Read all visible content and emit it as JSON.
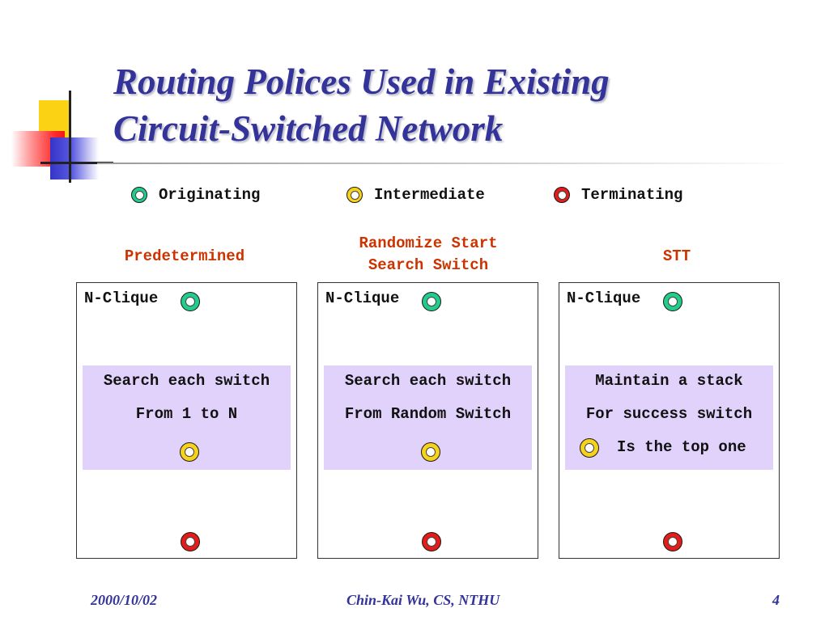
{
  "slide": {
    "title_line1": "Routing Polices Used in Existing",
    "title_line2": "Circuit-Switched Network"
  },
  "legend": [
    {
      "label": "Originating",
      "color": "#22cc8a"
    },
    {
      "label": "Intermediate",
      "color": "#f7d21a"
    },
    {
      "label": "Terminating",
      "color": "#e21b1b"
    }
  ],
  "columns": [
    {
      "heading": "Predetermined",
      "clique_label": "N-Clique",
      "box_line1": "Search each switch",
      "box_line2": "From 1 to N"
    },
    {
      "heading_line1": "Randomize Start",
      "heading_line2": "Search Switch",
      "clique_label": "N-Clique",
      "box_line1": "Search each switch",
      "box_line2": "From Random Switch"
    },
    {
      "heading": "STT",
      "clique_label": "N-Clique",
      "box_line1": "Maintain a stack",
      "box_line2": "For success switch",
      "box_line3": "Is the top one"
    }
  ],
  "footer": {
    "date": "2000/10/02",
    "author": "Chin-Kai Wu, CS, NTHU",
    "page": "4"
  },
  "colors": {
    "title": "#333399",
    "heading": "#cc3300",
    "box_fill": "#e1d2fb"
  }
}
